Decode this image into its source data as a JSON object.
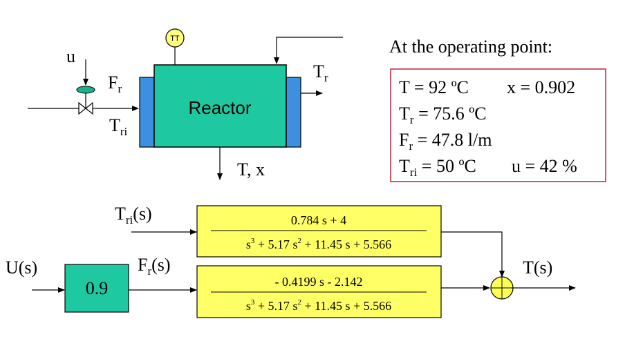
{
  "colors": {
    "reactor_fill": "#1ec8a0",
    "jacket_fill": "#3d8fe0",
    "valve_fill": "#19b08a",
    "tt_fill": "#ffff80",
    "tf_fill": "#ffff66",
    "gain_fill": "#1ec8a0",
    "sum_fill": "#ffff55",
    "op_border": "#c0203a"
  },
  "process": {
    "tt_label": "TT",
    "reactor_label": "Reactor",
    "u_label": "u",
    "fr_main": "F",
    "fr_sub": "r",
    "tri_main": "T",
    "tri_sub": "ri",
    "tr_main": "T",
    "tr_sub": "r",
    "outlet_label": "T, x"
  },
  "operating_point": {
    "title": "At the operating point:",
    "line1a": "T = 92 ºC",
    "line1b": "x = 0.902",
    "tr_main": "T",
    "tr_sub": "r",
    "tr_value": " = 75.6 ºC",
    "fr_main": "F",
    "fr_sub": "r",
    "fr_value": " = 47.8  l/m",
    "tri_main": "T",
    "tri_sub": "ri",
    "tri_value": " = 50 ºC",
    "u_value": "u = 42 %"
  },
  "block_diagram": {
    "tri_in_main": "T",
    "tri_in_sub": "ri",
    "tri_in_tail": "(s)",
    "u_in": "U(s)",
    "fr_sig_main": "F",
    "fr_sig_sub": "r",
    "fr_sig_tail": "(s)",
    "gain": "0.9",
    "output": "T(s)",
    "tf1_num": "0.784 s + 4",
    "tf2_num": "- 0.4199 s - 2.142",
    "den_s": "s",
    "den_exp3": "3",
    "den_mid": " + 5.17 s",
    "den_exp2": "2",
    "den_tail": " + 11.45 s + 5.566"
  }
}
